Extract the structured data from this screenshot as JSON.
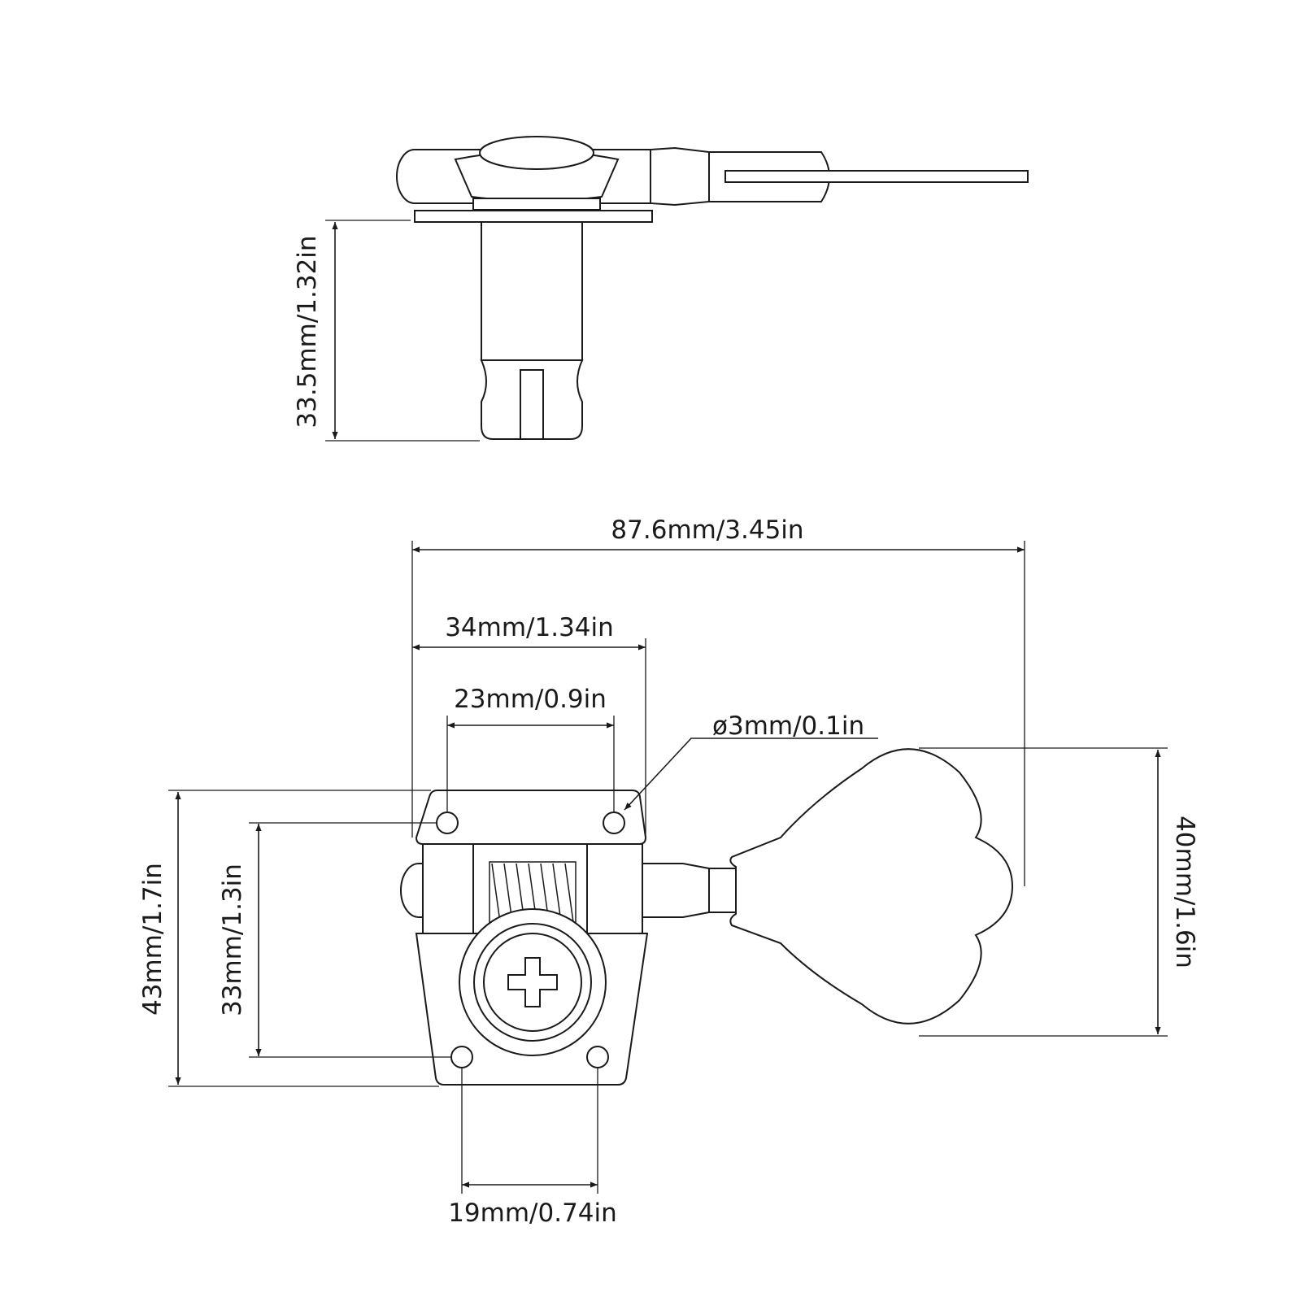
{
  "dimensions": {
    "post_height": "33.5mm/1.32in",
    "total_length": "87.6mm/3.45in",
    "housing_width": "34mm/1.34in",
    "top_hole_spacing": "23mm/0.9in",
    "hole_diameter": "ø3mm/0.1in",
    "housing_height": "43mm/1.7in",
    "hole_vertical_spacing": "33mm/1.3in",
    "button_height": "40mm/1.6in",
    "bottom_hole_spacing": "19mm/0.74in"
  },
  "colors": {
    "line": "#1a1a1a",
    "background": "#ffffff"
  }
}
